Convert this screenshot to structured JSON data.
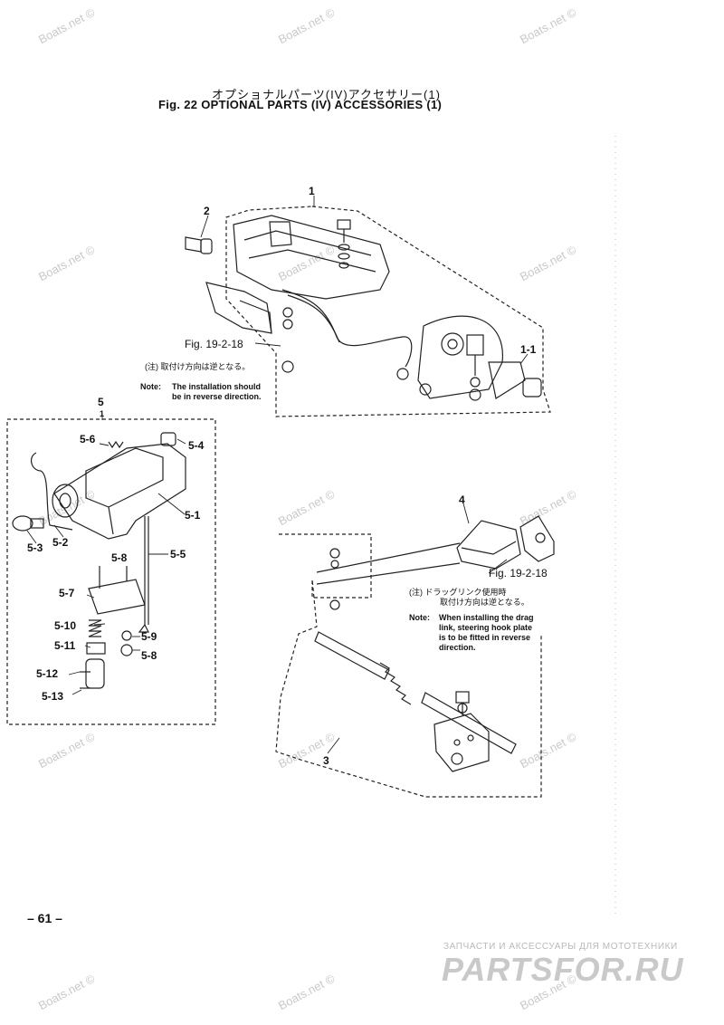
{
  "header": {
    "title_jp": "オプショナルパーツ(IV)アクセサリー(1)",
    "title_en": "Fig. 22   OPTIONAL PARTS (IV) ACCESSORIES (1)"
  },
  "watermark": "Boats.net ©",
  "callouts": {
    "c1": "1",
    "c2": "2",
    "c11": "1-1",
    "ref1": "Fig. 19-2-18",
    "c5": "5",
    "c5sub": "1",
    "c56": "5-6",
    "c54": "5-4",
    "c51": "5-1",
    "c52": "5-2",
    "c53": "5-3",
    "c55": "5-5",
    "c58a": "5-8",
    "c57": "5-7",
    "c510": "5-10",
    "c59": "5-9",
    "c511": "5-11",
    "c58b": "5-8",
    "c512": "5-12",
    "c513": "5-13",
    "c4": "4",
    "ref2": "Fig. 19-2-18",
    "c3": "3"
  },
  "notes": {
    "note1_jp": "(注) 取付け方向は逆となる。",
    "note1_label": "Note:",
    "note1_line1": "The installation should",
    "note1_line2": "be in reverse direction.",
    "note2_jp1": "(注) ドラッグリンク使用時",
    "note2_jp2": "取付け方向は逆となる。",
    "note2_label": "Note:",
    "note2_line1": "When installing the drag",
    "note2_line2": "link, steering hook plate",
    "note2_line3": "is to be fitted in reverse",
    "note2_line4": "direction."
  },
  "footer": {
    "page_number": "– 61 –",
    "ad_line": "ЗАПЧАСТИ И АКСЕССУАРЫ ДЛЯ МОТОТЕХНИКИ",
    "ad_brand": "PARTSFOR.RU"
  }
}
